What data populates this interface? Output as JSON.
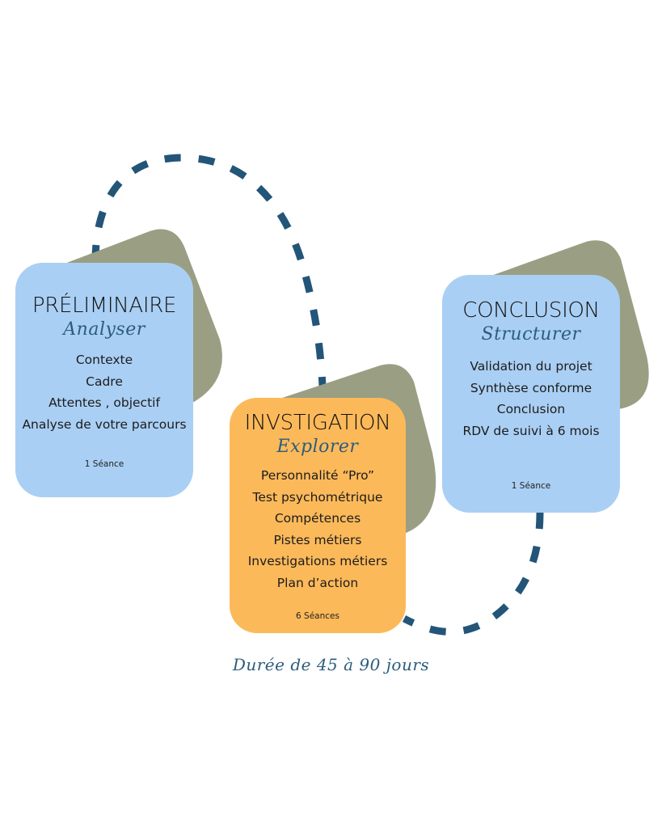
{
  "colors": {
    "card_blue": "#aacff4",
    "card_orange": "#fcb95a",
    "backdrop_olive": "#9a9f84",
    "path_dash": "#235579",
    "script_text": "#2c5d7c"
  },
  "stages": [
    {
      "title": "PRÉLIMINAIRE",
      "subtitle": "Analyser",
      "items": [
        "Contexte",
        "Cadre",
        "Attentes , objectif",
        "Analyse de votre parcours"
      ],
      "sessions": "1 Séance"
    },
    {
      "title": "INVSTIGATION",
      "subtitle": "Explorer",
      "items": [
        "Personnalité “Pro”",
        "Test psychométrique",
        "Compétences",
        "Pistes métiers",
        "Investigations métiers",
        "Plan d’action"
      ],
      "sessions": "6 Séances"
    },
    {
      "title": "CONCLUSION",
      "subtitle": "Structurer",
      "items": [
        "Validation du projet",
        "Synthèse conforme",
        "Conclusion",
        "RDV de suivi à 6 mois"
      ],
      "sessions": "1 Séance"
    }
  ],
  "footer": {
    "duration": "Durée de 45 à 90 jours"
  }
}
